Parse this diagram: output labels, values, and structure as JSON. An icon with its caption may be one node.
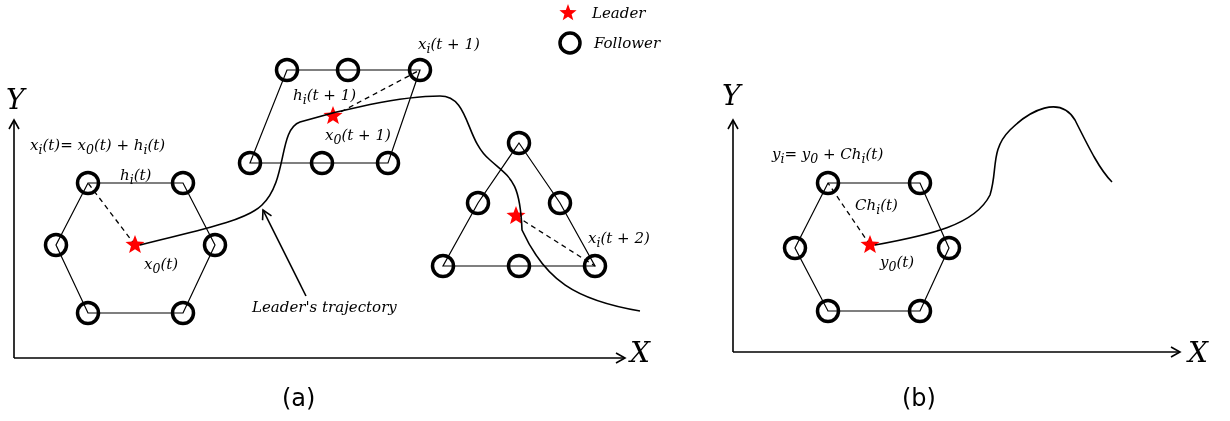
{
  "diagram": {
    "nodes": [
      {
        "text": [
          "*Leader's trajectory*"
        ]
      },
      {
        "text": [],
        "shape": "curve"
      }
    ],
    "edges": [
      {
        "from": 0,
        "to": 1,
        "arrow": "to"
      }
    ],
    "labels": [
      "Y",
      "x$_{i}$(t)= x$_{0}$(t) + h$_{i}$(t)",
      "h$_{i}$(t)",
      "x$_{0}$(t)",
      "x$_{i}$(t + 1)",
      "h$_{i}$(t + 1)",
      "x$_{0}$(t + 1)",
      "x$_{i}$(t + 2)",
      "X",
      "(a)",
      "Y",
      "y$_{i}$= y$_{0}$ + Ch$_{i}$(t)",
      "Ch$_{i}$(t)",
      "y$_{0}$(t)",
      "X",
      "(b)"
    ],
    "legend": [
      {
        "text": "Leader"
      },
      {
        "text": "Follower"
      }
    ]
  }
}
